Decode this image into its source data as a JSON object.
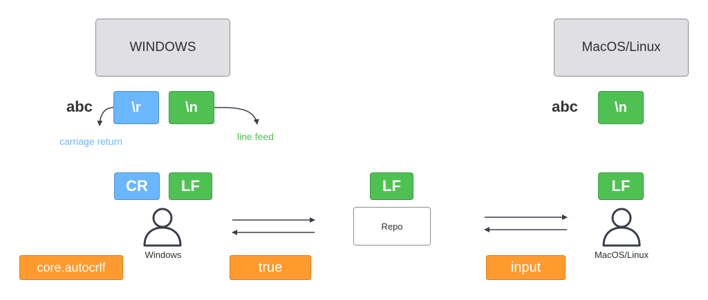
{
  "os": {
    "windows_title": "WINDOWS",
    "unix_title": "MacOS/Linux"
  },
  "windows_example": {
    "text": "abc",
    "cr_char": "\\r",
    "lf_char": "\\n",
    "cr_note": "carriage return",
    "lf_note": "line feed"
  },
  "unix_example": {
    "text": "abc",
    "lf_char": "\\n"
  },
  "endings": {
    "windows_cr": "CR",
    "windows_lf": "LF",
    "repo_lf": "LF",
    "unix_lf": "LF"
  },
  "nodes": {
    "windows_user": "Windows",
    "repo": "Repo",
    "unix_user": "MacOS/Linux"
  },
  "settings": {
    "config_name": "core.autocrlf",
    "windows_value": "true",
    "unix_value": "input"
  },
  "colors": {
    "cr_blue": "#6ab7ff",
    "lf_green": "#4fc153",
    "setting_orange": "#ff9a2e",
    "os_box_gray": "#e0e0e4",
    "line_dark": "#3a3f4a"
  },
  "icons": {
    "user": "user-icon",
    "arrow": "arrow-icon"
  }
}
